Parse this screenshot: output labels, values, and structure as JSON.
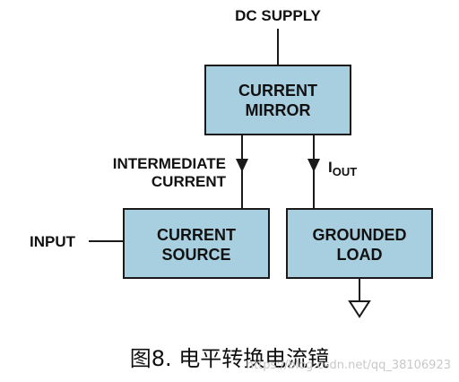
{
  "diagram": {
    "supply_label": "DC SUPPLY",
    "mirror_label_line1": "CURRENT",
    "mirror_label_line2": "MIRROR",
    "intermediate_line1": "INTERMEDIATE",
    "intermediate_line2": "CURRENT",
    "iout_main": "I",
    "iout_sub": "OUT",
    "input_label": "INPUT",
    "source_label_line1": "CURRENT",
    "source_label_line2": "SOURCE",
    "load_label_line1": "GROUNDED",
    "load_label_line2": "LOAD",
    "box_fill": "#a8cfe0",
    "line_color": "#1a1a1a"
  },
  "caption": "图8. 电平转换电流镜",
  "watermark": "https://blog.csdn.net/qq_38106923"
}
